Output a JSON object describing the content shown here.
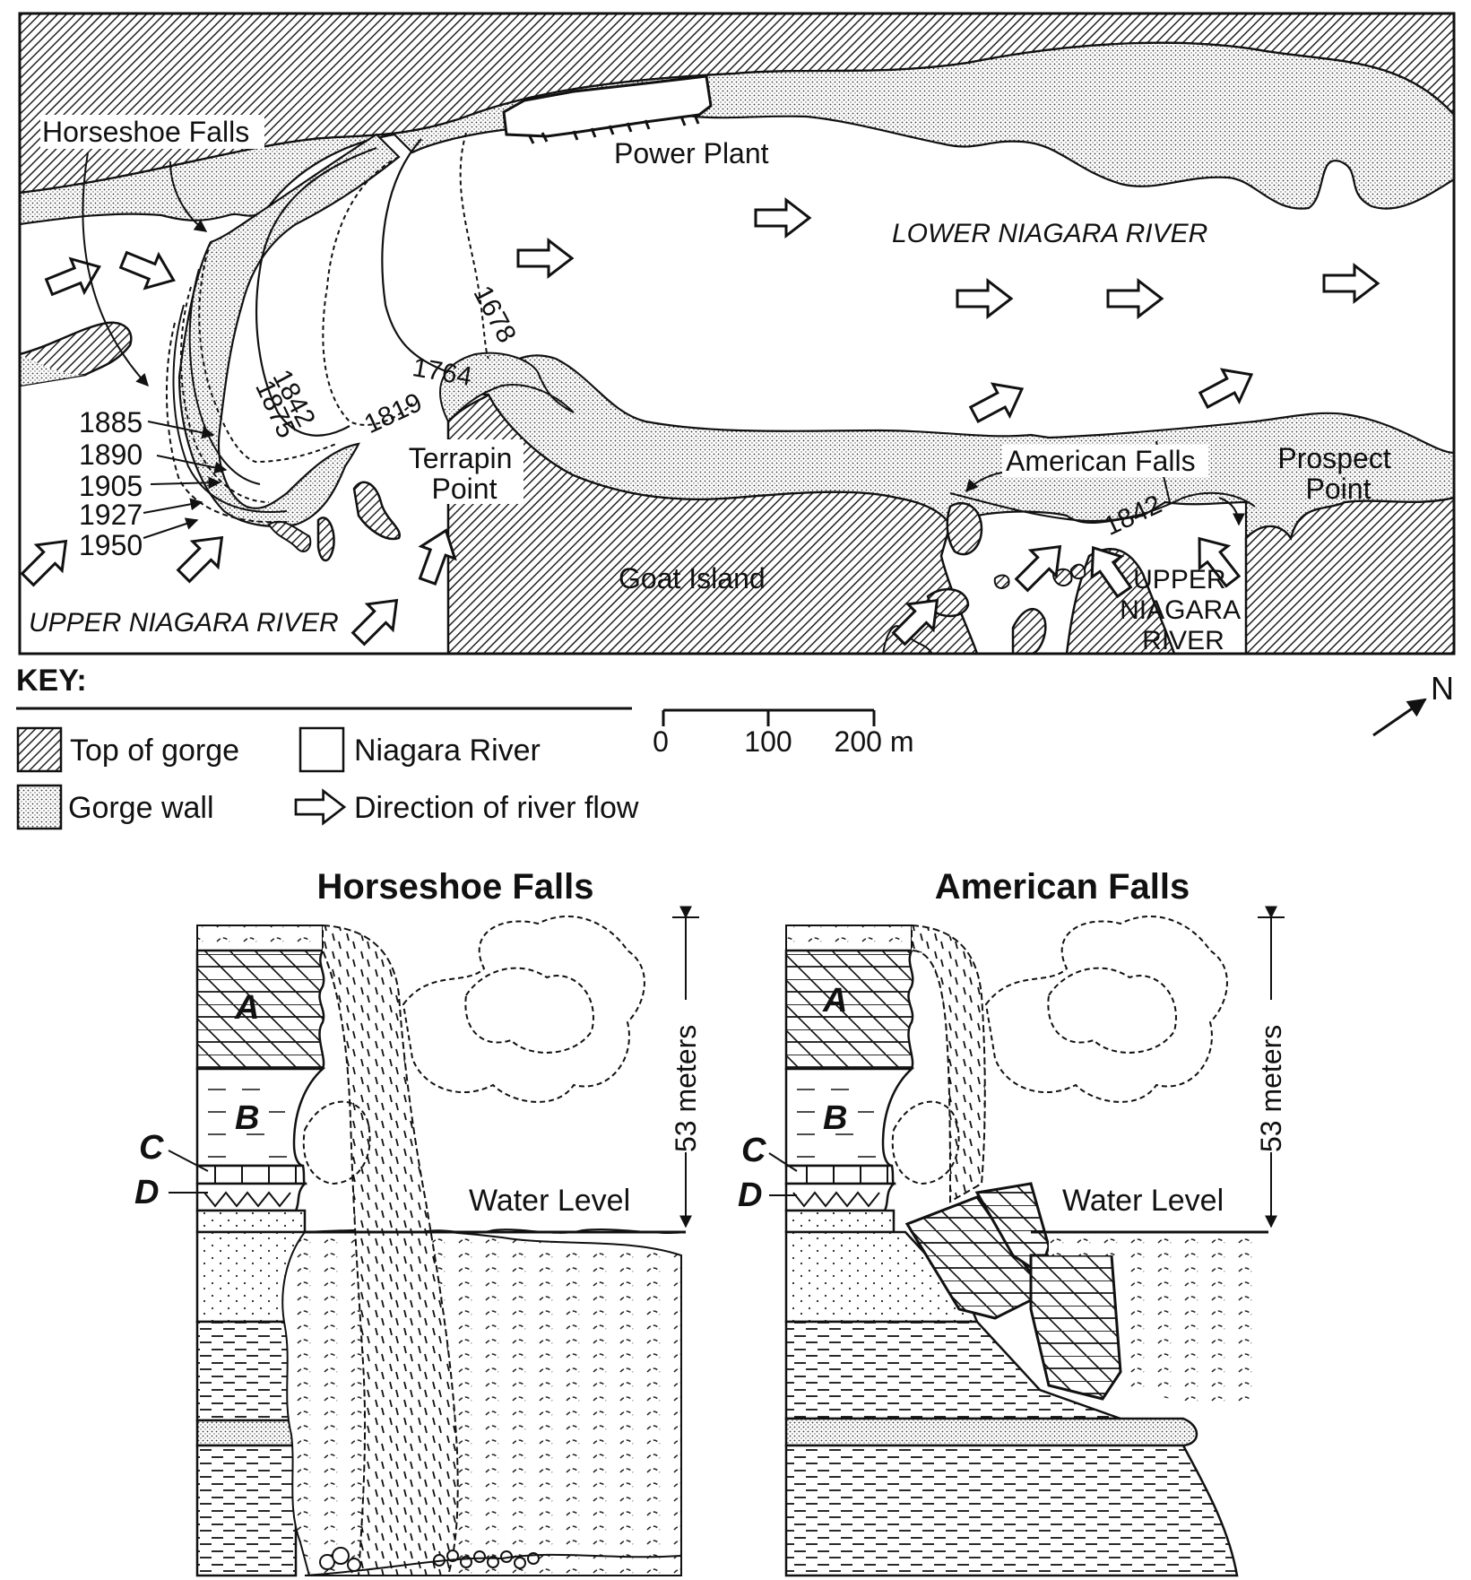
{
  "map": {
    "labels": {
      "horseshoe_falls": "Horseshoe Falls",
      "power_plant": "Power Plant",
      "lower_river": "LOWER NIAGARA RIVER",
      "terrapin_point": [
        "Terrapin",
        "Point"
      ],
      "american_falls": "American Falls",
      "prospect_point": [
        "Prospect",
        "Point"
      ],
      "goat_island": "Goat Island",
      "upper_river_left": "UPPER NIAGARA RIVER",
      "upper_river_right": [
        "UPPER",
        "NIAGARA",
        "RIVER"
      ]
    },
    "crest_years": {
      "y1678": "1678",
      "y1764": "1764",
      "y1819": "1819",
      "y1842": "1842",
      "y1875": "1875",
      "american_1842": "1842",
      "list": [
        "1885",
        "1890",
        "1905",
        "1927",
        "1950"
      ]
    }
  },
  "key": {
    "title": "KEY:",
    "top_of_gorge": "Top of gorge",
    "niagara_river": "Niagara River",
    "gorge_wall": "Gorge wall",
    "flow_direction": "Direction of river flow"
  },
  "scale": {
    "ticks": [
      "0",
      "100",
      "200 m"
    ]
  },
  "north": "N",
  "sections": {
    "horseshoe": {
      "title": "Horseshoe Falls",
      "height": "53 meters",
      "water_level": "Water Level",
      "layers": [
        "A",
        "B",
        "C",
        "D"
      ]
    },
    "american": {
      "title": "American Falls",
      "height": "53 meters",
      "water_level": "Water Level",
      "layers": [
        "A",
        "B",
        "C",
        "D"
      ]
    }
  }
}
